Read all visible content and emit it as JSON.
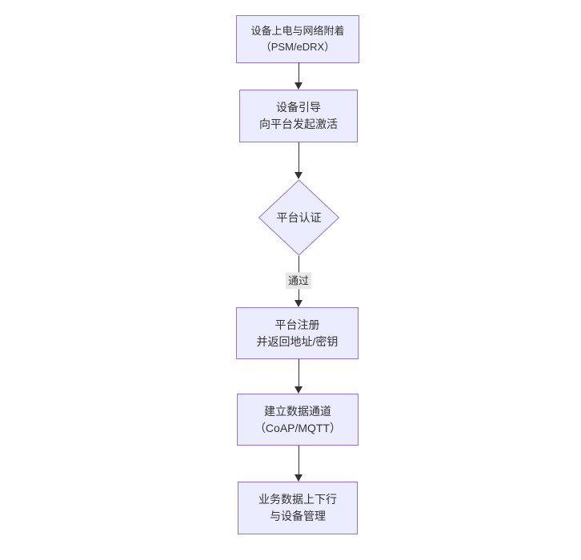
{
  "flow": {
    "nodes": [
      {
        "id": "n1",
        "shape": "rect",
        "line1": "设备上电与网络附着",
        "line2": "（PSM/eDRX）"
      },
      {
        "id": "n2",
        "shape": "rect",
        "line1": "设备引导",
        "line2": "向平台发起激活"
      },
      {
        "id": "n3",
        "shape": "diamond",
        "line1": "平台认证"
      },
      {
        "id": "n4",
        "shape": "rect",
        "line1": "平台注册",
        "line2": "并返回地址/密钥"
      },
      {
        "id": "n5",
        "shape": "rect",
        "line1": "建立数据通道",
        "line2": "（CoAP/MQTT）"
      },
      {
        "id": "n6",
        "shape": "rect",
        "line1": "业务数据上下行",
        "line2": "与设备管理"
      }
    ],
    "edges": [
      {
        "from": "n1",
        "to": "n2",
        "label": ""
      },
      {
        "from": "n2",
        "to": "n3",
        "label": ""
      },
      {
        "from": "n3",
        "to": "n4",
        "label": "通过"
      },
      {
        "from": "n4",
        "to": "n5",
        "label": ""
      },
      {
        "from": "n5",
        "to": "n6",
        "label": ""
      }
    ],
    "colors": {
      "node_fill": "#ECECFF",
      "node_border": "#9370DB",
      "arrow": "#333333",
      "edge_label_bg": "#e8e8e8",
      "text": "#333333",
      "background": "#ffffff"
    }
  }
}
